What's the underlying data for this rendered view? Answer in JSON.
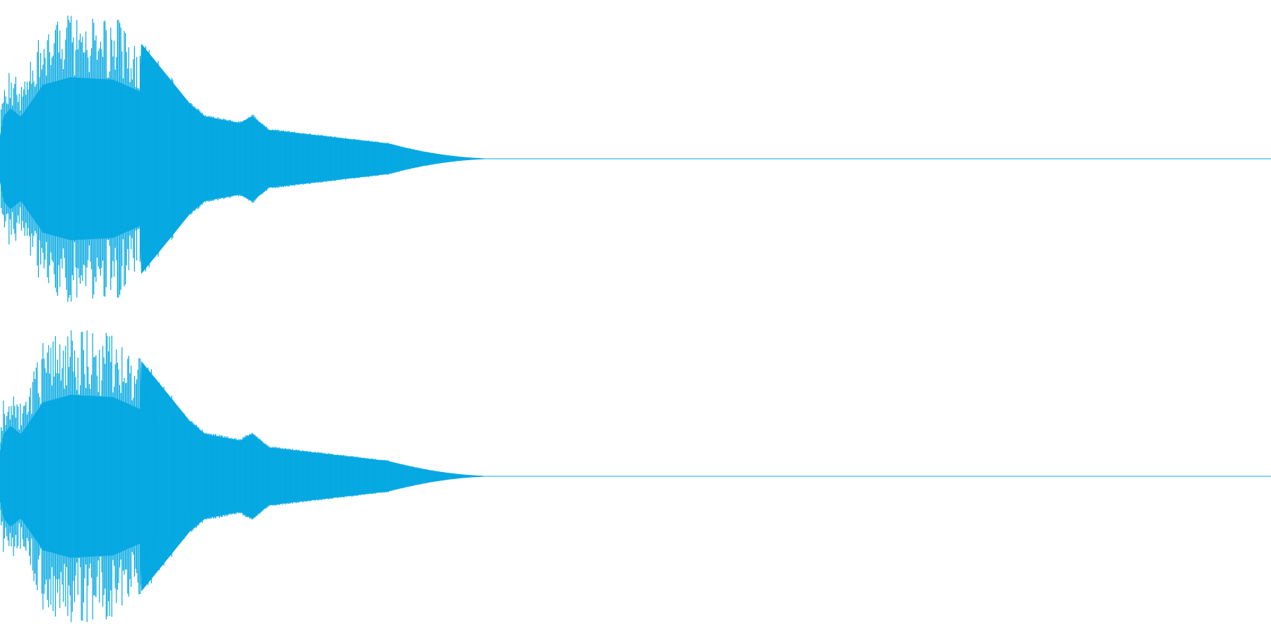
{
  "waveform": {
    "color": "#06a9e2",
    "background": "#ffffff",
    "channels": [
      {
        "id": "left"
      },
      {
        "id": "right"
      }
    ],
    "duration_fraction_with_signal": 0.395,
    "envelope": {
      "attack_peak_fraction": 0.02,
      "main_peak_fraction": 0.06,
      "decay_bump_fraction": 0.2,
      "tail_end_fraction": 0.395
    }
  }
}
